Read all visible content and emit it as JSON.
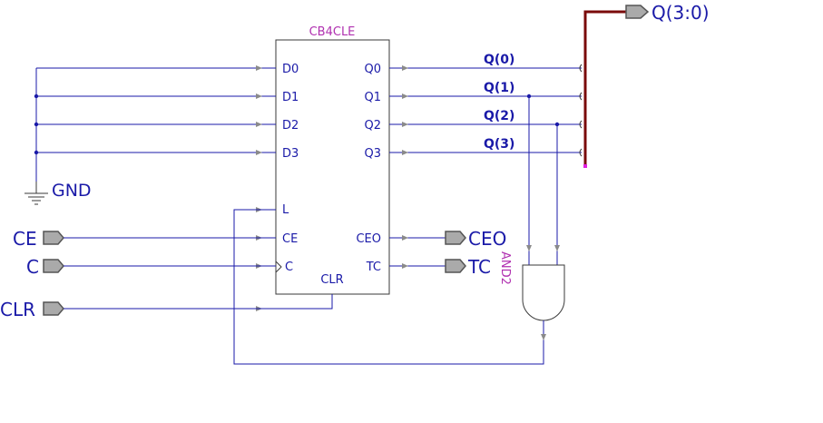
{
  "component": {
    "name": "CB4CLE",
    "inputs": [
      "D0",
      "D1",
      "D2",
      "D3",
      "L",
      "CE",
      "C",
      "CLR"
    ],
    "outputs": [
      "Q0",
      "Q1",
      "Q2",
      "Q3",
      "CEO",
      "TC"
    ]
  },
  "gate": {
    "name": "AND2"
  },
  "ground": {
    "label": "GND"
  },
  "ports": {
    "ce": "CE",
    "c": "C",
    "clr": "CLR",
    "ceo": "CEO",
    "tc": "TC",
    "bus": "Q(3:0)"
  },
  "nets": [
    "Q(0)",
    "Q(1)",
    "Q(2)",
    "Q(3)"
  ],
  "colors": {
    "wire": "#1a1aa8",
    "bus": "#7a0a0a",
    "part_label": "#b030b0",
    "port_fill": "#aaaaaa"
  }
}
